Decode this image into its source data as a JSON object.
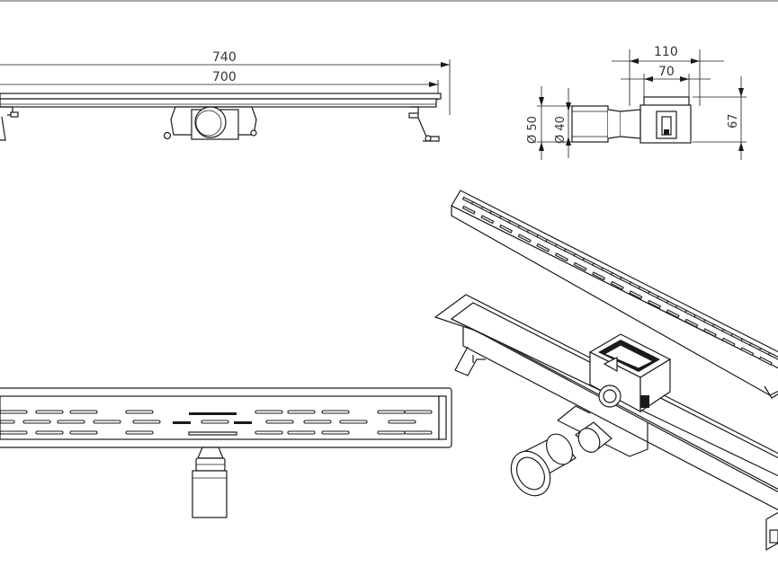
{
  "dimensions": {
    "overall_length": "740",
    "grate_length": "700",
    "width_total": "110",
    "width_inner": "70",
    "height": "67",
    "outer_diameter": "Ø 50",
    "inner_diameter": "Ø 40"
  },
  "colors": {
    "line": "#1a1a1a",
    "background": "#ffffff",
    "text": "#333333"
  }
}
